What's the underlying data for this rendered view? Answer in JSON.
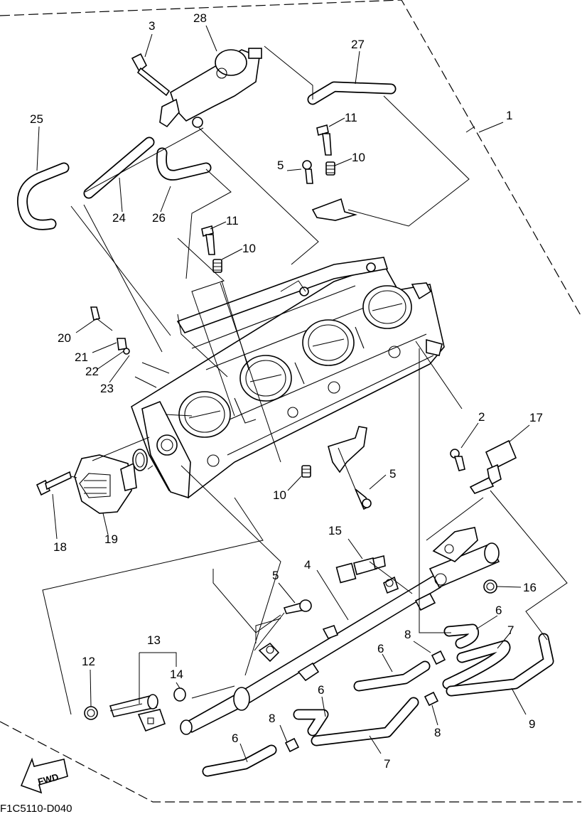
{
  "diagram": {
    "drawing_code": "F1C5110-D040",
    "fwd_label": "FWD",
    "callouts": [
      {
        "id": "c1",
        "text": "1"
      },
      {
        "id": "c2",
        "text": "2"
      },
      {
        "id": "c3",
        "text": "3"
      },
      {
        "id": "c4",
        "text": "4"
      },
      {
        "id": "c5a",
        "text": "5"
      },
      {
        "id": "c5b",
        "text": "5"
      },
      {
        "id": "c5c",
        "text": "5"
      },
      {
        "id": "c6a",
        "text": "6"
      },
      {
        "id": "c6b",
        "text": "6"
      },
      {
        "id": "c6c",
        "text": "6"
      },
      {
        "id": "c6d",
        "text": "6"
      },
      {
        "id": "c7a",
        "text": "7"
      },
      {
        "id": "c7b",
        "text": "7"
      },
      {
        "id": "c8a",
        "text": "8"
      },
      {
        "id": "c8b",
        "text": "8"
      },
      {
        "id": "c8c",
        "text": "8"
      },
      {
        "id": "c9",
        "text": "9"
      },
      {
        "id": "c10a",
        "text": "10"
      },
      {
        "id": "c10b",
        "text": "10"
      },
      {
        "id": "c10c",
        "text": "10"
      },
      {
        "id": "c11a",
        "text": "11"
      },
      {
        "id": "c11b",
        "text": "11"
      },
      {
        "id": "c12",
        "text": "12"
      },
      {
        "id": "c13",
        "text": "13"
      },
      {
        "id": "c14",
        "text": "14"
      },
      {
        "id": "c15",
        "text": "15"
      },
      {
        "id": "c16",
        "text": "16"
      },
      {
        "id": "c17",
        "text": "17"
      },
      {
        "id": "c18",
        "text": "18"
      },
      {
        "id": "c19",
        "text": "19"
      },
      {
        "id": "c20",
        "text": "20"
      },
      {
        "id": "c21",
        "text": "21"
      },
      {
        "id": "c22",
        "text": "22"
      },
      {
        "id": "c23",
        "text": "23"
      },
      {
        "id": "c24",
        "text": "24"
      },
      {
        "id": "c25",
        "text": "25"
      },
      {
        "id": "c26",
        "text": "26"
      },
      {
        "id": "c27",
        "text": "27"
      },
      {
        "id": "c28",
        "text": "28"
      }
    ]
  }
}
